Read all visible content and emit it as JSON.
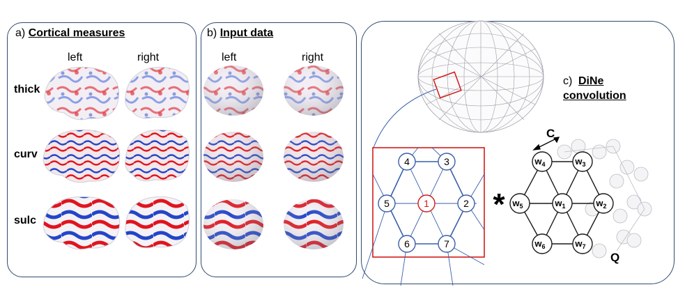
{
  "panel_a": {
    "letter": "a)",
    "title": "Cortical measures"
  },
  "panel_b": {
    "letter": "b)",
    "title": "Input data"
  },
  "panel_c": {
    "letter": "c)",
    "title_line1": "DiNe",
    "title_line2": "convolution"
  },
  "columns": {
    "left": "left",
    "right": "right"
  },
  "rows": [
    "thick",
    "curv",
    "sulc"
  ],
  "colors": {
    "border": "#2f4a6e",
    "red": "#e0141e",
    "blue": "#2345c8",
    "node_blue": "#3a5fa8",
    "highlight_red": "#d31b1b"
  },
  "hex_nodes": [
    "1",
    "2",
    "3",
    "4",
    "5",
    "6",
    "7"
  ],
  "weights": [
    "w",
    "1",
    "2",
    "3",
    "4",
    "5",
    "6",
    "7"
  ],
  "operator": "*",
  "axis_c": "C",
  "axis_q": "Q"
}
